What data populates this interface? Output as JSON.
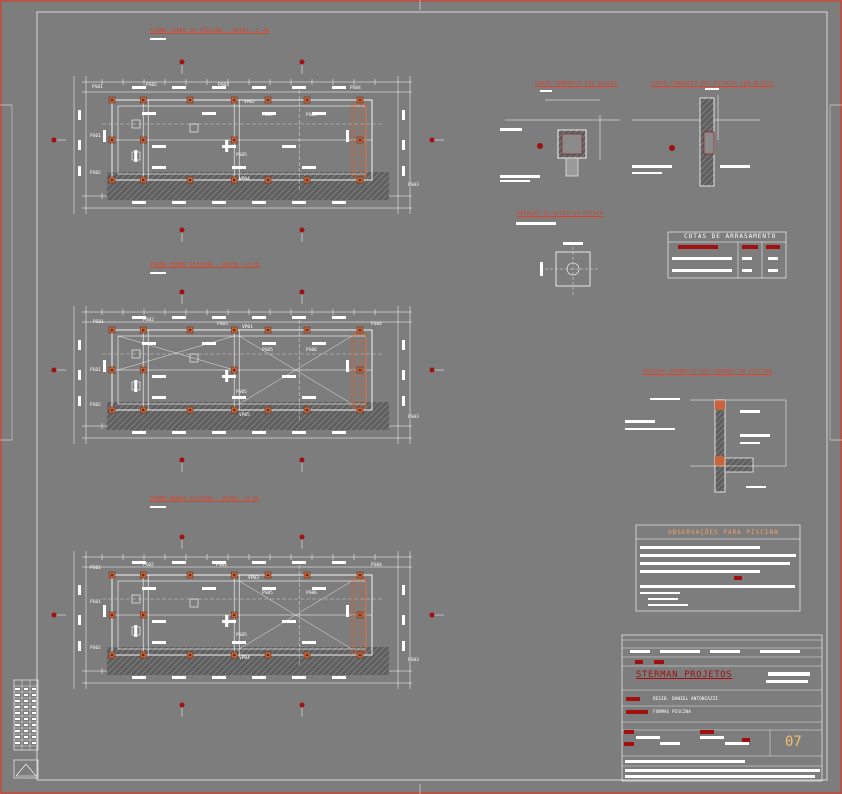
{
  "colors": {
    "background": "#7d7d7d",
    "border_outer": "#d23c2a",
    "border_inner": "#ffffff",
    "line_white": "#ffffff",
    "accent_red": "#d9432a",
    "dark_red": "#a01010",
    "pile_orange": "#c8643c",
    "hatch_dark": "#5f5f5f",
    "sheet_yellow": "#f0c070"
  },
  "drawings": {
    "plan_1_title": "FORMA FUNDO DA PISCINA - NÍVEL -2.40",
    "plan_2_title": "FORMA FUNDO PISCINA - NÍVEL -2.00",
    "plan_3_title": "FORMA BORDA PISCINA - NÍVEL -0.50",
    "detail_1_title": "CORTE GENÉRICO DOS BLOCOS",
    "detail_2_title": "CORTE GENÉRICO DAS ESTACAS SEM BLOCOS",
    "detail_3_title": "DETALHE DO BLOCO DE ESTACA",
    "detail_4_title": "DETALHE GENÉRICO DAS PAREDES DA PISCINA"
  },
  "labels": {
    "pile_a": "PS01",
    "pile_b": "PS02",
    "pile_c": "PS03",
    "pile_d": "PS04",
    "pile_e": "PS05",
    "pile_f": "PS06",
    "beam_a": "VP01",
    "beam_b": "VP02",
    "beam_c": "VP03",
    "beam_d": "VP04",
    "beam_e": "VP05"
  },
  "cotas_table": {
    "title": "COTAS DE ARRASAMENTO"
  },
  "observacoes": {
    "title": "OBSERVAÇÕES PARA PISCINA"
  },
  "title_block": {
    "company": "STERMAN PROJETOS",
    "client": "RESID. DANIEL ANTONIAZZI",
    "subject": "FORMAS PISCINA",
    "sheet_number": "07"
  }
}
